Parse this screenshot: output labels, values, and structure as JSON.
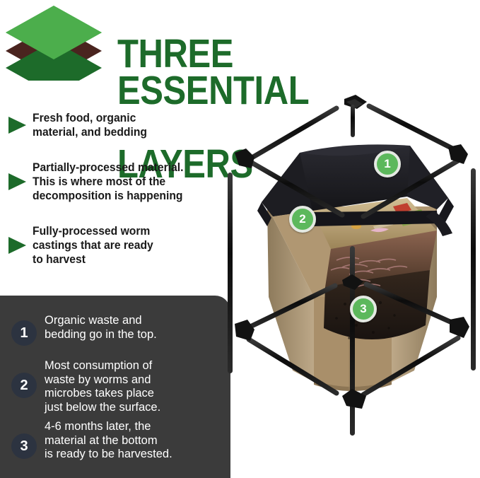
{
  "header": {
    "logo_icon": "three-stacked-layers-icon",
    "logo_colors": [
      "#4cae4c",
      "#4a241f",
      "#1d6b2a"
    ],
    "title_line1": "THREE ESSENTIAL",
    "title_line2": "LAYERS",
    "title_color": "#1d6b2a"
  },
  "bullets": {
    "arrow_icon": "triangle-right-icon",
    "arrow_color": "#1d6b2a",
    "items": [
      {
        "text": "Fresh food, organic\nmaterial, and bedding"
      },
      {
        "text": "Partially-processed material.\nThis is where most of the\ndecomposition is happening"
      },
      {
        "text": "Fully-processed worm\ncastings that are ready\nto harvest"
      }
    ]
  },
  "panel": {
    "background": "#3b3b3b",
    "badge_color": "#2c3340",
    "items": [
      {
        "number": "1",
        "text": "Organic waste and\nbedding go in the top."
      },
      {
        "number": "2",
        "text": "Most consumption of\nwaste by worms and\nmicrobes takes place\njust below the surface."
      },
      {
        "number": "3",
        "text": "4-6 months later, the\nmaterial at the bottom\nis ready to be harvested."
      }
    ]
  },
  "illustration": {
    "name": "worm-composting-bin-diagram",
    "frame_color": "#111111",
    "bag_top_color": "#1b1b20",
    "bag_body_color": "#b49c78",
    "callouts": [
      {
        "number": "1",
        "target": "fresh-food-layer",
        "color": "#5cb85c",
        "ring": "#e4e9e2"
      },
      {
        "number": "2",
        "target": "partially-processed-layer",
        "color": "#5cb85c",
        "ring": "#e4e9e2"
      },
      {
        "number": "3",
        "target": "worm-castings-layer",
        "color": "#5cb85c",
        "ring": "#e4e9e2"
      }
    ],
    "layers": [
      {
        "name": "fresh-scraps",
        "color": "#c8b187"
      },
      {
        "name": "worm-zone",
        "color": "#7d5a48"
      },
      {
        "name": "castings",
        "color": "#2a2019"
      }
    ]
  }
}
